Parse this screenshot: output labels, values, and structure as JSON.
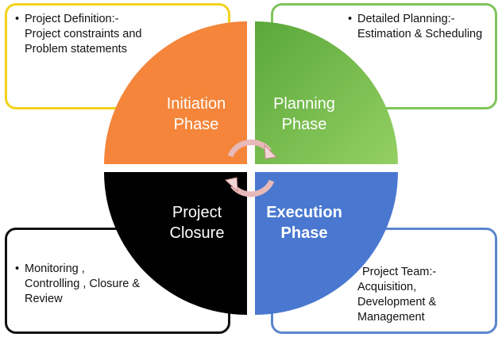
{
  "colors": {
    "initiation": "#f4853a",
    "planning_start": "#5aa83a",
    "planning_end": "#94cf63",
    "execution": "#4a78d0",
    "closure": "#000000",
    "box_yellow": "#f2d21a",
    "box_green": "#7fc45a",
    "box_black": "#111111",
    "box_blue": "#5b86cf",
    "cycle_arrows": "#f0cfcf"
  },
  "phases": {
    "initiation": {
      "line1": "Initiation",
      "line2": "Phase"
    },
    "planning": {
      "line1": "Planning",
      "line2": "Phase"
    },
    "execution": {
      "line1": "Execution",
      "line2": "Phase"
    },
    "closure": {
      "line1": "Project",
      "line2": "Closure"
    }
  },
  "boxes": {
    "top_left": {
      "bullet": "•",
      "lines": [
        "Project Definition:-",
        "Project constraints and",
        "Problem statements"
      ]
    },
    "top_right": {
      "bullet": "•",
      "lines": [
        "Detailed Planning:-",
        "Estimation & Scheduling"
      ]
    },
    "bottom_left": {
      "bullet": "•",
      "lines": [
        "Monitoring ,",
        "Controlling , Closure &",
        "Review"
      ]
    },
    "bottom_right": {
      "lines": [
        "Project Team:-",
        "Acquisition,",
        "Development &",
        "Management"
      ]
    }
  },
  "icons": {
    "cycle": "cycle-arrows-icon"
  }
}
